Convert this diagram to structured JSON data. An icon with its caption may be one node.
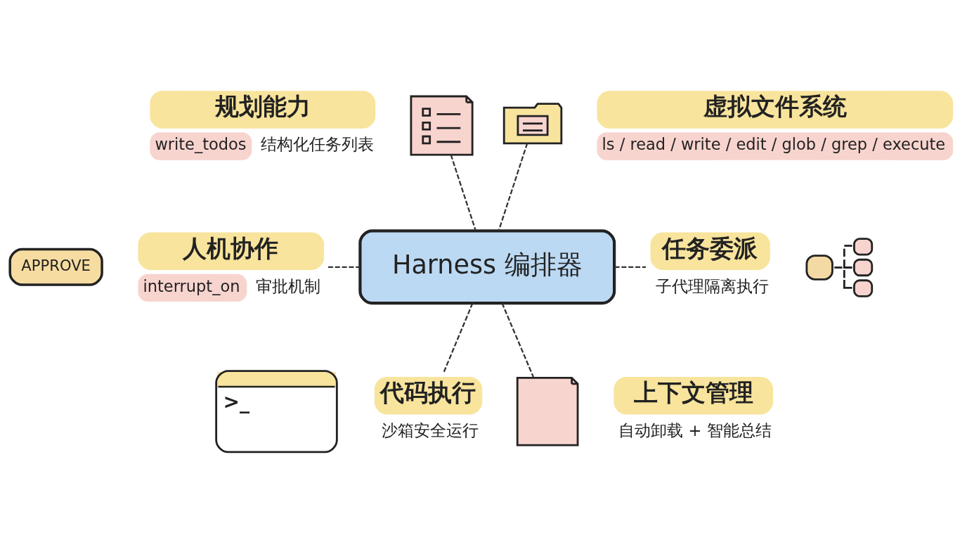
{
  "diagram": {
    "nodes": [
      {
        "text": [
          "Harness 编排器"
        ]
      },
      {
        "text": [
          "规划能力",
          "write_todos",
          "结构化任务列表"
        ]
      },
      {
        "text": [],
        "shape": "picture"
      },
      {
        "text": [],
        "shape": "picture"
      },
      {
        "text": [
          "虚拟文件系统",
          "ls / read / write / edit / glob / grep / execute"
        ]
      },
      {
        "text": [
          "APPROVE"
        ]
      },
      {
        "text": [
          "人机协作",
          "interrupt_on",
          "审批机制"
        ]
      },
      {
        "text": [
          "任务委派",
          "子代理隔离执行"
        ]
      },
      {
        "text": [],
        "shape": "picture"
      },
      {
        "text": [
          ">_"
        ]
      },
      {
        "text": [
          "代码执行",
          "沙箱安全运行"
        ]
      },
      {
        "text": [],
        "shape": "picture"
      },
      {
        "text": [
          "上下文管理",
          "自动卸载 + 智能总结"
        ]
      }
    ],
    "edges": [
      {
        "from": 2,
        "to": 0,
        "arrow": "none",
        "style": "dashed"
      },
      {
        "from": 3,
        "to": 0,
        "arrow": "none",
        "style": "dashed"
      },
      {
        "from": 6,
        "to": 0,
        "arrow": "none",
        "style": "dashed"
      },
      {
        "from": 0,
        "to": 7,
        "arrow": "none",
        "style": "dashed"
      },
      {
        "from": 0,
        "to": 10,
        "arrow": "none",
        "style": "dashed"
      },
      {
        "from": 0,
        "to": 11,
        "arrow": "none",
        "style": "dashed"
      }
    ]
  }
}
